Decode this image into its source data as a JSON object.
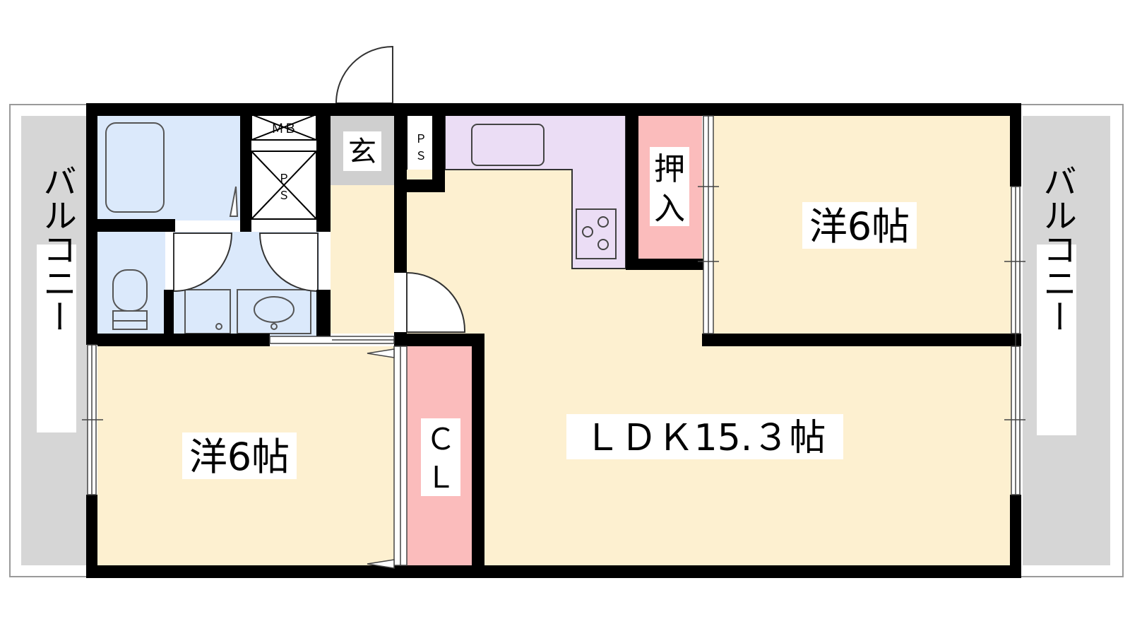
{
  "rooms": {
    "western_room_right": "洋6帖",
    "western_room_left": "洋6帖",
    "ldk": "ＬＤＫ15.３帖",
    "closet_label": "ＣＬ",
    "oshiire": "押入",
    "genkan": "玄"
  },
  "labels": {
    "mb": "ＭＢ",
    "ps": "ＰＳ",
    "balcony": "バルコニー"
  },
  "colors": {
    "wall": "#000000",
    "room_floor": "#fdf0d0",
    "wet_area": "#dbe9fb",
    "kitchen": "#ebddf5",
    "storage": "#fbbcbc",
    "balcony": "#d6d6d6",
    "genkan": "#cfcfcf"
  }
}
